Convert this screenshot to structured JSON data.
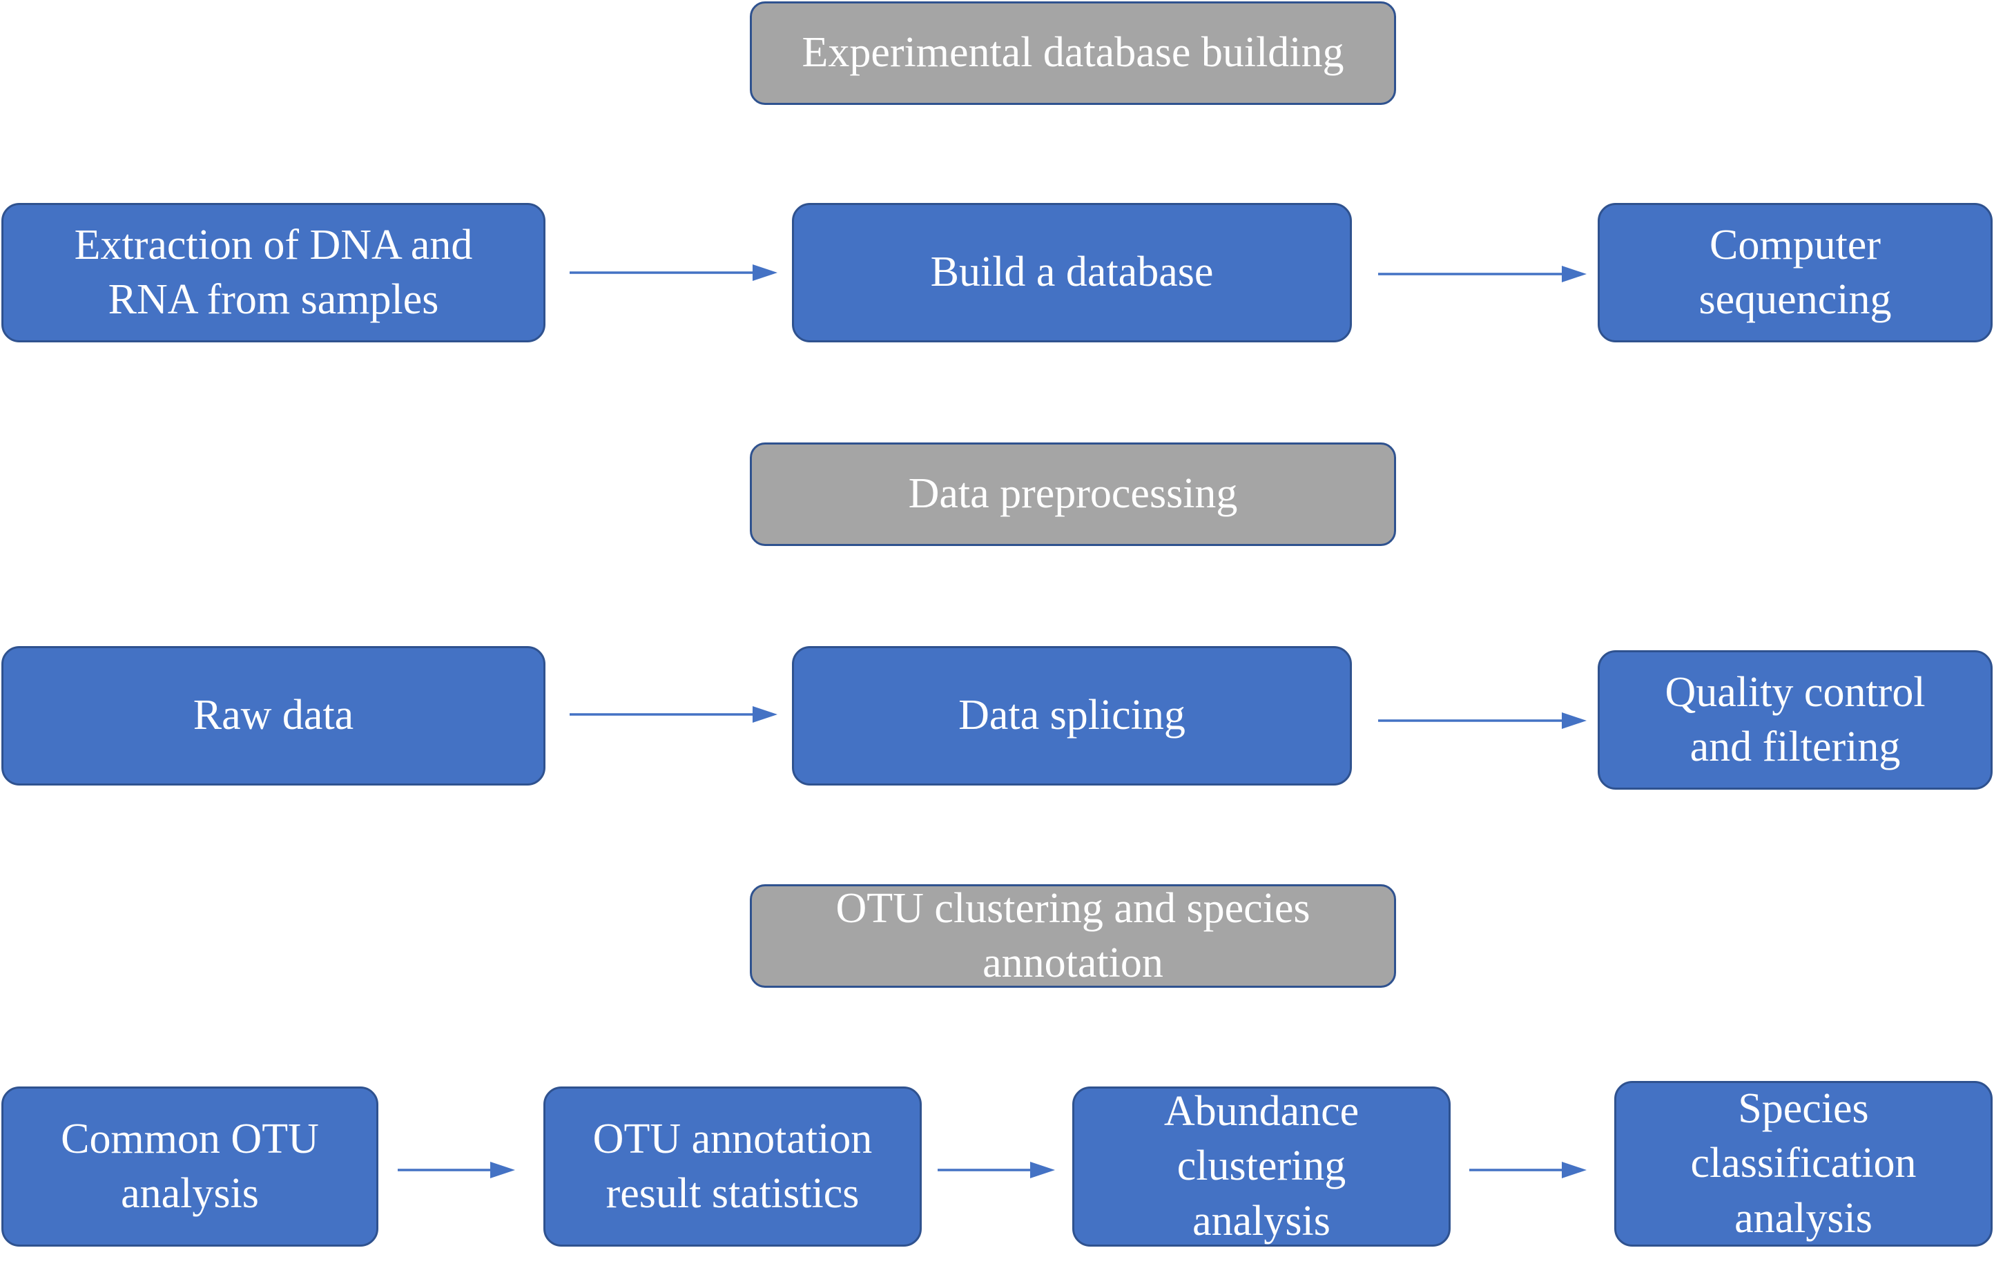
{
  "sections": {
    "s1": [
      "Experimental database building"
    ],
    "s2": [
      "Data preprocessing"
    ],
    "s3": [
      "OTU clustering and species",
      "annotation"
    ]
  },
  "steps": {
    "r1": [
      [
        "Extraction of DNA and",
        "RNA from samples"
      ],
      [
        "Build a database"
      ],
      [
        "Computer",
        "sequencing"
      ]
    ],
    "r2": [
      [
        "Raw data"
      ],
      [
        "Data splicing"
      ],
      [
        "Quality control",
        "and filtering"
      ]
    ],
    "r3": [
      [
        "Common OTU",
        "analysis"
      ],
      [
        "OTU annotation",
        "result statistics"
      ],
      [
        "Abundance",
        "clustering",
        "analysis"
      ],
      [
        "Species",
        "classification",
        "analysis"
      ]
    ]
  },
  "colors": {
    "step_fill": "#4472c4",
    "section_fill": "#a5a5a5",
    "border": "#2f528f",
    "arrow": "#4472c4"
  }
}
